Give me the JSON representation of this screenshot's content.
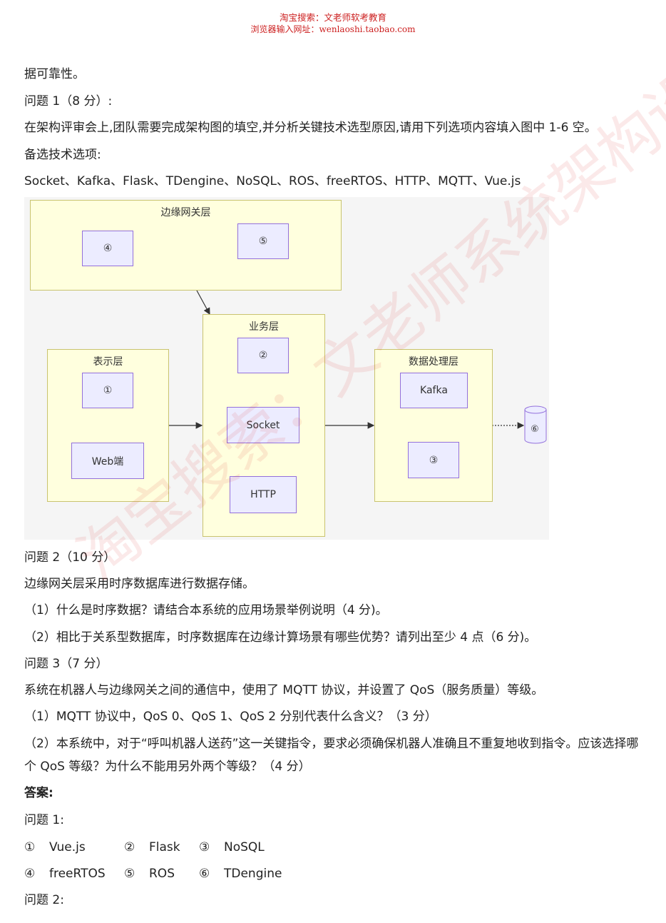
{
  "header": {
    "line1": "淘宝搜索：文老师软考教育",
    "line2": "浏览器输入网址：wenlaoshi.taobao.com"
  },
  "watermark": "淘宝搜索：文老师系统架构设计师",
  "lines": {
    "l1": "据可靠性。",
    "l2": "问题 1（8 分）:",
    "l3": "在架构评审会上,团队需要完成架构图的填空,并分析关键技术选型原因,请用下列选项内容填入图中 1-6 空。",
    "l4": "备选技术选项:",
    "l5": "Socket、Kafka、Flask、TDengine、NoSQL、ROS、freeRTOS、HTTP、MQTT、Vue.js",
    "q2": "问题 2（10 分）",
    "q2a": "边缘网关层采用时序数据库进行数据存储。",
    "q2b": "（1）什么是时序数据？请结合本系统的应用场景举例说明（4 分)。",
    "q2c": "（2）相比于关系型数据库，时序数据库在边缘计算场景有哪些优势？请列出至少 4 点（6 分)。",
    "q3": "问题 3（7 分）",
    "q3a": "系统在机器人与边缘网关之间的通信中，使用了 MQTT 协议，并设置了 QoS（服务质量）等级。",
    "q3b": "（1）MQTT 协议中，QoS 0、QoS 1、QoS 2 分别代表什么含义？（3 分）",
    "q3c": "（2）本系统中，对于“呼叫机器人送药”这一关键指令，要求必须确保机器人准确且不重复地收到指令。应该选择哪个 QoS 等级？为什么不能用另外两个等级？（4 分）",
    "answer": "答案:",
    "aq1": "问题 1:",
    "aq2": "问题 2:"
  },
  "diagram": {
    "edge_layer": "边缘网关层",
    "business_layer": "业务层",
    "presentation_layer": "表示层",
    "data_layer": "数据处理层",
    "n4": "④",
    "n5": "⑤",
    "n2": "②",
    "socket": "Socket",
    "http": "HTTP",
    "n1": "①",
    "web": "Web端",
    "kafka": "Kafka",
    "n3": "③",
    "n6": "⑥"
  },
  "answers": [
    {
      "num": "①",
      "val": "Vue.js"
    },
    {
      "num": "②",
      "val": "Flask"
    },
    {
      "num": "③",
      "val": "NoSQL"
    },
    {
      "num": "④",
      "val": "freeRTOS"
    },
    {
      "num": "⑤",
      "val": "ROS"
    },
    {
      "num": "⑥",
      "val": "TDengine"
    }
  ]
}
